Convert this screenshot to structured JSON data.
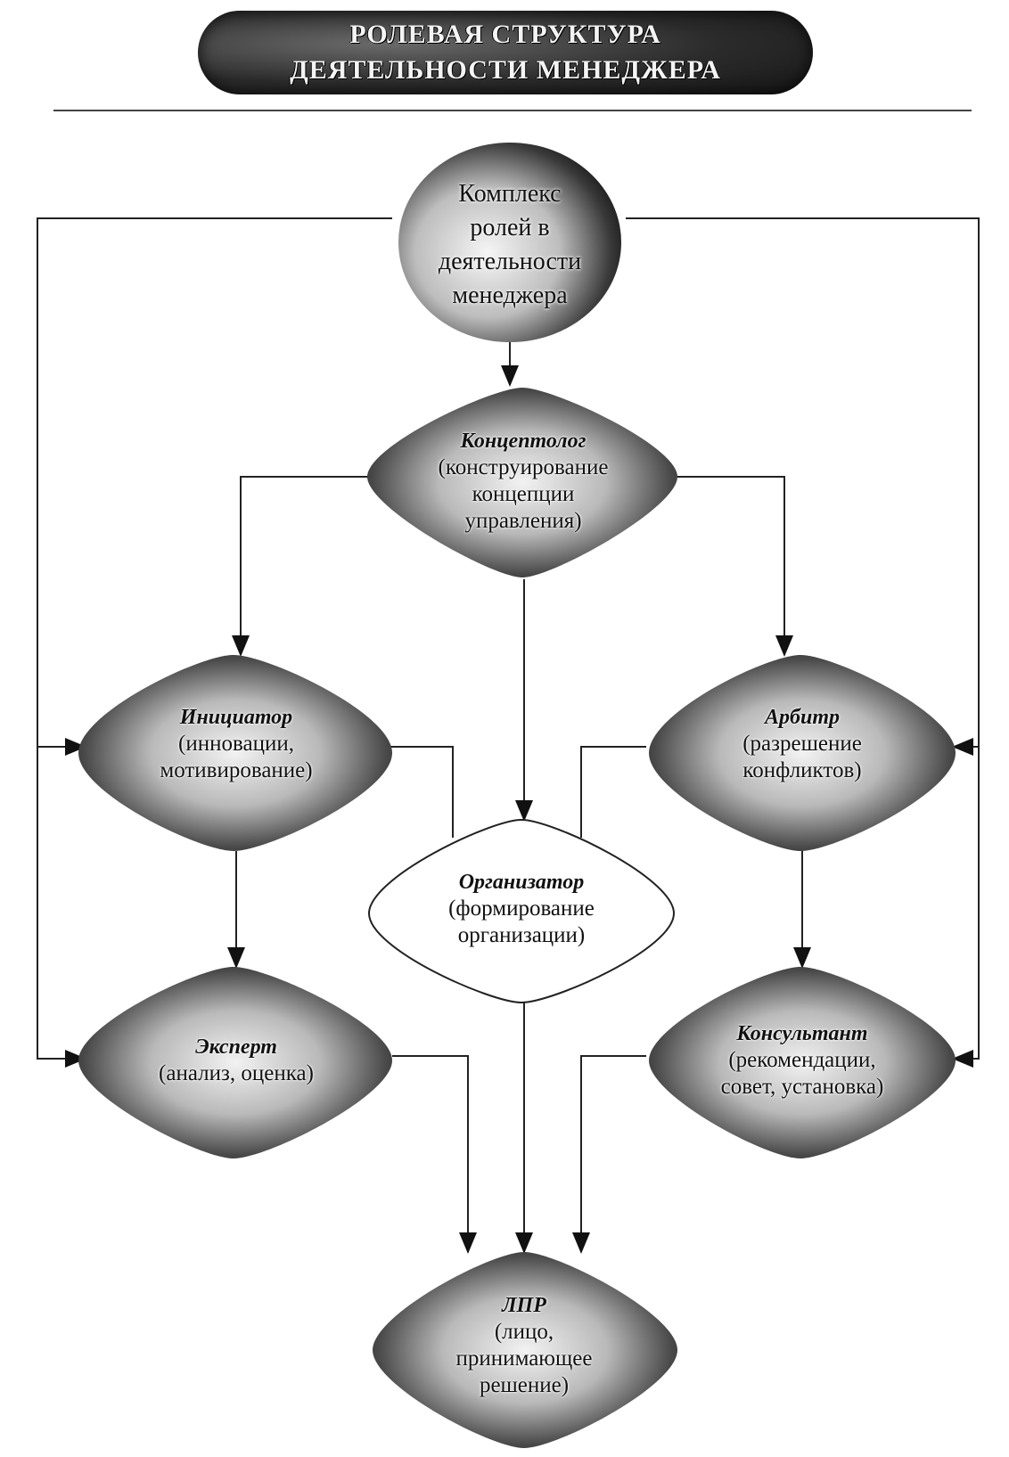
{
  "banner": {
    "line1": "РОЛЕВАЯ СТРУКТУРА",
    "line2": "ДЕЯТЕЛЬНОСТИ МЕНЕДЖЕРА"
  },
  "nodes": {
    "root": {
      "lines": [
        "Комплекс",
        "ролей в",
        "деятельности",
        "менеджера"
      ]
    },
    "conceptolog": {
      "title": "Концептолог",
      "lines": [
        "(конструирование",
        "концепции",
        "управления)"
      ]
    },
    "initiator": {
      "title": "Инициатор",
      "lines": [
        "(инновации,",
        "мотивирование)"
      ]
    },
    "arbiter": {
      "title": "Арбитр",
      "lines": [
        "(разрешение",
        "конфликтов)"
      ]
    },
    "organizer": {
      "title": "Организатор",
      "lines": [
        "(формирование",
        "организации)"
      ]
    },
    "expert": {
      "title": "Эксперт",
      "lines": [
        "(анализ, оценка)"
      ]
    },
    "consultant": {
      "title": "Консультант",
      "lines": [
        "(рекомендации,",
        "совет, установка)"
      ]
    },
    "lpr": {
      "title": "ЛПР",
      "lines": [
        "(лицо,",
        "принимающее",
        "решение)"
      ]
    }
  }
}
